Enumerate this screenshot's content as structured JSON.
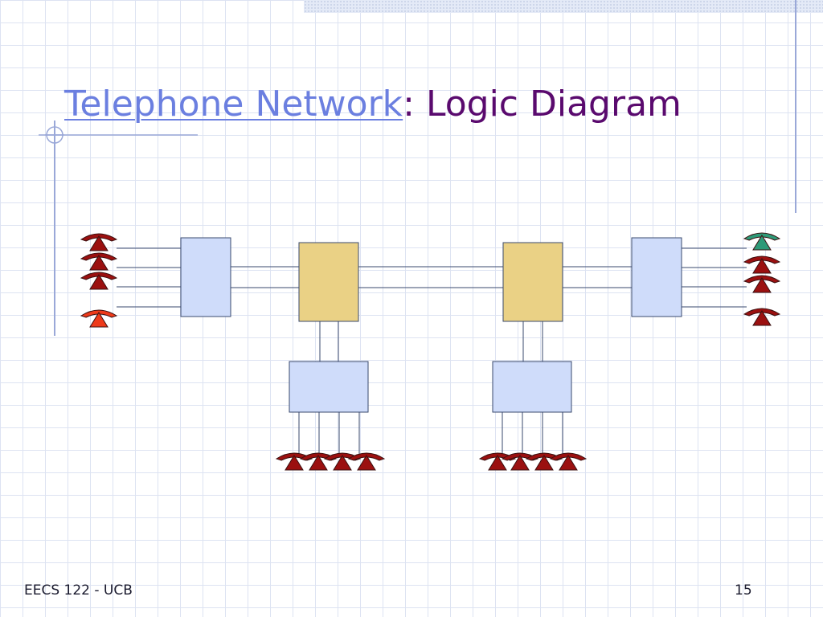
{
  "slide": {
    "title_link": "Telephone Network",
    "title_rest": ": Logic Diagram",
    "footer_left": "EECS 122 - UCB",
    "page_number": "15"
  },
  "colors": {
    "line": "#3a4a6e",
    "access_switch": "#cfdcfa",
    "central_office": "#ead185",
    "phone_default": "#9b1010",
    "phone_caller": "#ee3a1a",
    "phone_callee": "#2e9a78",
    "title_link": "#6b7fe0",
    "title_rest": "#5a0a6e"
  },
  "diagram": {
    "nodes": [
      {
        "id": "left-access-switch",
        "kind": "access-switch"
      },
      {
        "id": "left-central-office",
        "kind": "central-office"
      },
      {
        "id": "right-central-office",
        "kind": "central-office"
      },
      {
        "id": "right-access-switch",
        "kind": "access-switch"
      },
      {
        "id": "left-lower-access-switch",
        "kind": "access-switch"
      },
      {
        "id": "right-lower-access-switch",
        "kind": "access-switch"
      }
    ],
    "phones": {
      "left_column": [
        "default",
        "default",
        "default",
        "caller"
      ],
      "right_column": [
        "callee",
        "default",
        "default",
        "default"
      ],
      "left_bottom_row": [
        "default",
        "default",
        "default",
        "default"
      ],
      "right_bottom_row": [
        "default",
        "default",
        "default",
        "default"
      ]
    }
  }
}
